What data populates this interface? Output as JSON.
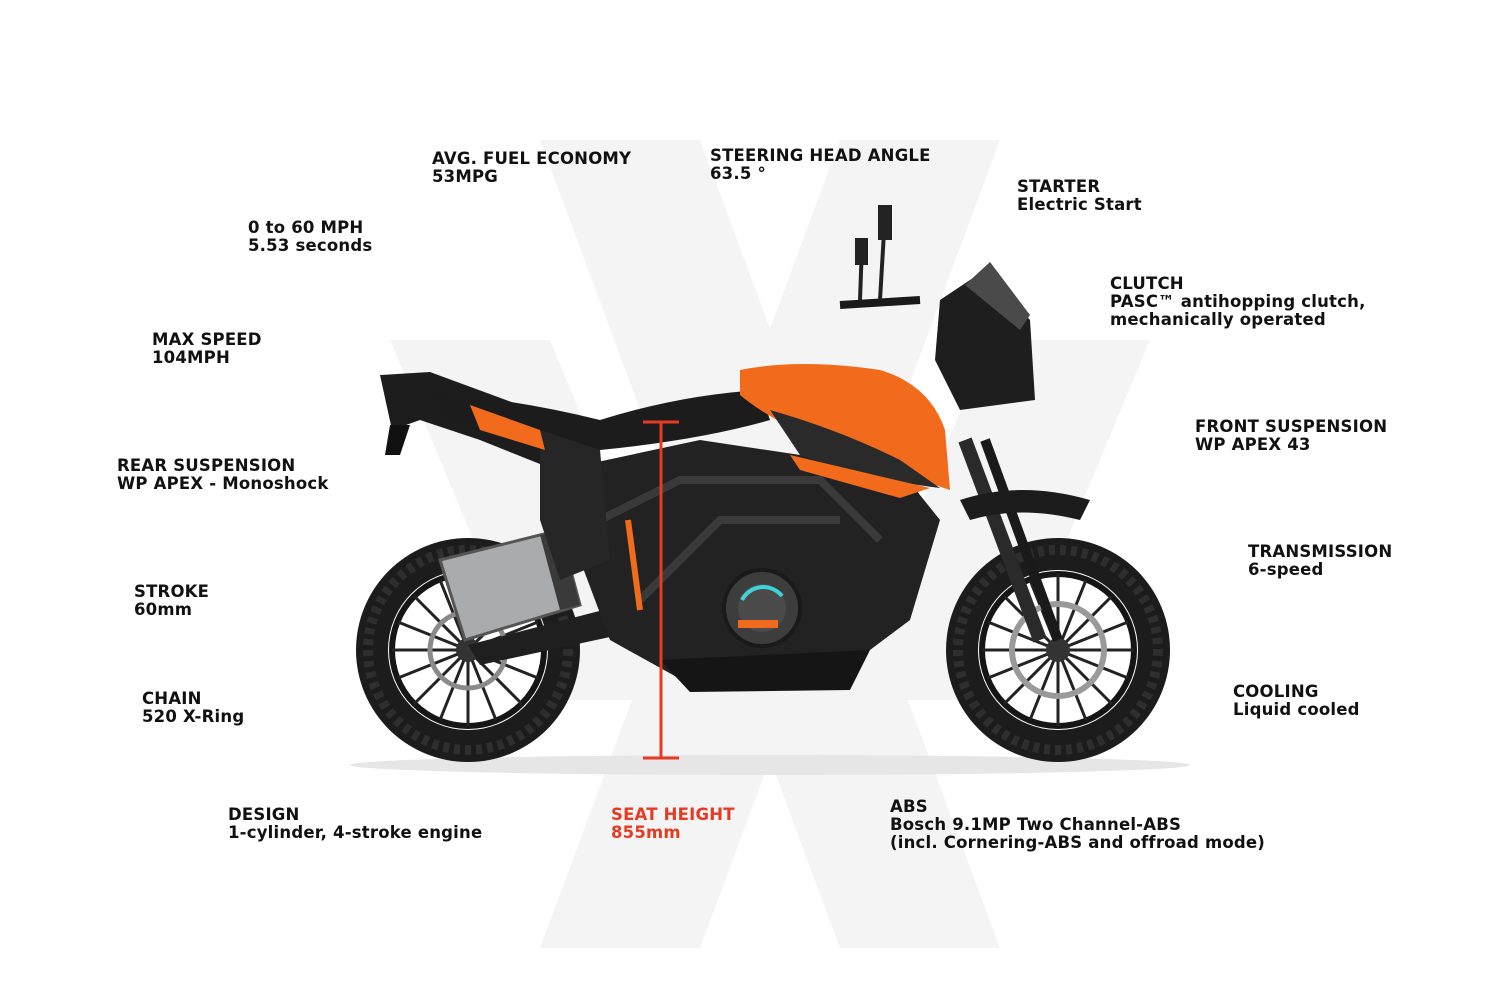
{
  "colors": {
    "accent": "#e43b22",
    "bike_orange": "#f26a1b",
    "text": "#111111",
    "watermark": "#f3f3f3"
  },
  "specs": [
    {
      "key": "fuel",
      "label": "AVG. FUEL ECONOMY",
      "value": "53MPG"
    },
    {
      "key": "steering",
      "label": "STEERING HEAD ANGLE",
      "value": "63.5 °"
    },
    {
      "key": "starter",
      "label": "STARTER",
      "value": "Electric Start"
    },
    {
      "key": "accel",
      "label": "0 to 60 MPH",
      "value": "5.53 seconds"
    },
    {
      "key": "clutch",
      "label": "CLUTCH",
      "value": "PASC™ antihopping clutch,",
      "value2": "mechanically operated"
    },
    {
      "key": "maxspeed",
      "label": "MAX SPEED",
      "value": "104MPH"
    },
    {
      "key": "frontsusp",
      "label": "FRONT SUSPENSION",
      "value": "WP APEX 43"
    },
    {
      "key": "rearsusp",
      "label": "REAR SUSPENSION",
      "value": "WP APEX - Monoshock"
    },
    {
      "key": "transmission",
      "label": "TRANSMISSION",
      "value": "6-speed"
    },
    {
      "key": "stroke",
      "label": "STROKE",
      "value": "60mm"
    },
    {
      "key": "cooling",
      "label": "COOLING",
      "value": "Liquid cooled"
    },
    {
      "key": "chain",
      "label": "CHAIN",
      "value": "520 X-Ring"
    },
    {
      "key": "design",
      "label": "DESIGN",
      "value": "1-cylinder, 4-stroke engine"
    },
    {
      "key": "seat",
      "label": "SEAT HEIGHT",
      "value": "855mm"
    },
    {
      "key": "abs",
      "label": "ABS",
      "value": "Bosch 9.1MP Two Channel-ABS",
      "value2": "(incl. Cornering-ABS and offroad mode)"
    }
  ]
}
